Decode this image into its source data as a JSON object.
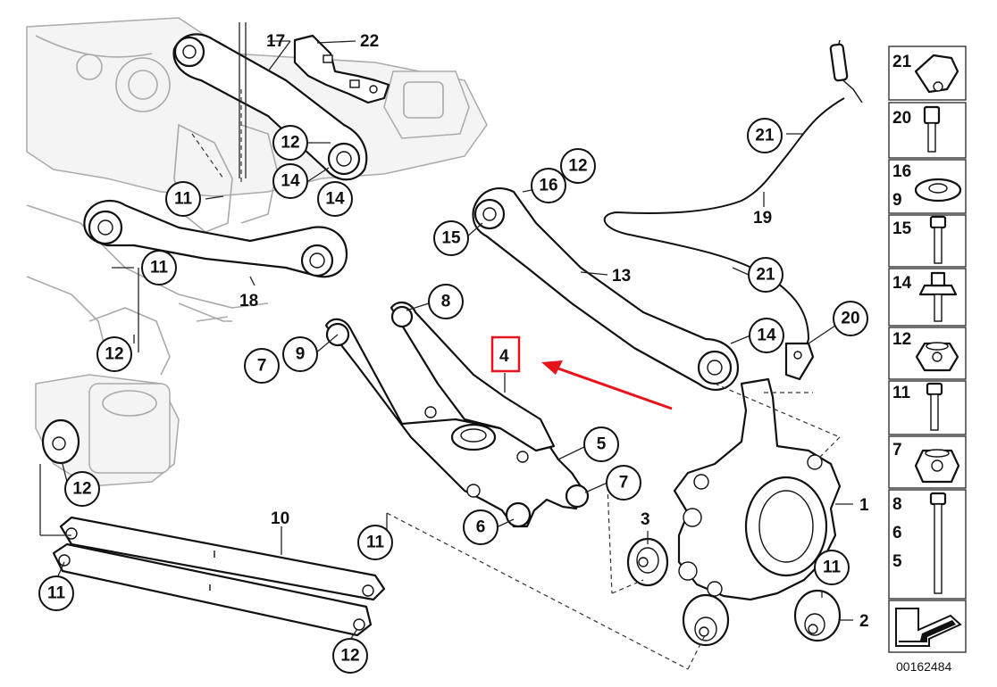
{
  "callouts": {
    "c17": "17",
    "c22": "22",
    "c12_top": "12",
    "c14_top": "14",
    "c11_left": "11",
    "c14_mid": "14",
    "c11_mid": "11",
    "c18": "18",
    "c12_left": "12",
    "c12_lower": "12",
    "c10": "10",
    "c11_bar_left": "11",
    "c11_bar_right": "11",
    "c12_bar": "12",
    "c7_left": "7",
    "c9_left": "9",
    "c8": "8",
    "c4": "4",
    "c5": "5",
    "c7_right": "7",
    "c6": "6",
    "c3": "3",
    "c16": "16",
    "c12_upper": "12",
    "c15": "15",
    "c13": "13",
    "c14_right": "14",
    "c21_top": "21",
    "c19": "19",
    "c21_mid": "21",
    "c20": "20",
    "c1": "1",
    "c11_knuckle": "11",
    "c2": "2"
  },
  "legend": [
    {
      "labels": [
        "21"
      ],
      "icon": "sensor-clip-icon"
    },
    {
      "labels": [
        "20"
      ],
      "icon": "hex-socket-bolt-icon"
    },
    {
      "labels": [
        "16",
        "9"
      ],
      "icon": "washer-icon"
    },
    {
      "labels": [
        "15"
      ],
      "icon": "hex-bolt-icon"
    },
    {
      "labels": [
        "14"
      ],
      "icon": "flange-bolt-icon"
    },
    {
      "labels": [
        "12"
      ],
      "icon": "self-locking-nut-icon"
    },
    {
      "labels": [
        "11"
      ],
      "icon": "hex-bolt-short-icon"
    },
    {
      "labels": [
        "7"
      ],
      "icon": "collar-nut-icon"
    },
    {
      "labels": [
        "8",
        "6",
        "5"
      ],
      "icon": "long-bolt-icon"
    },
    {
      "labels": [],
      "icon": "arrow-icon"
    }
  ],
  "doc_id": "00162484",
  "highlight_color": "#e8141b"
}
